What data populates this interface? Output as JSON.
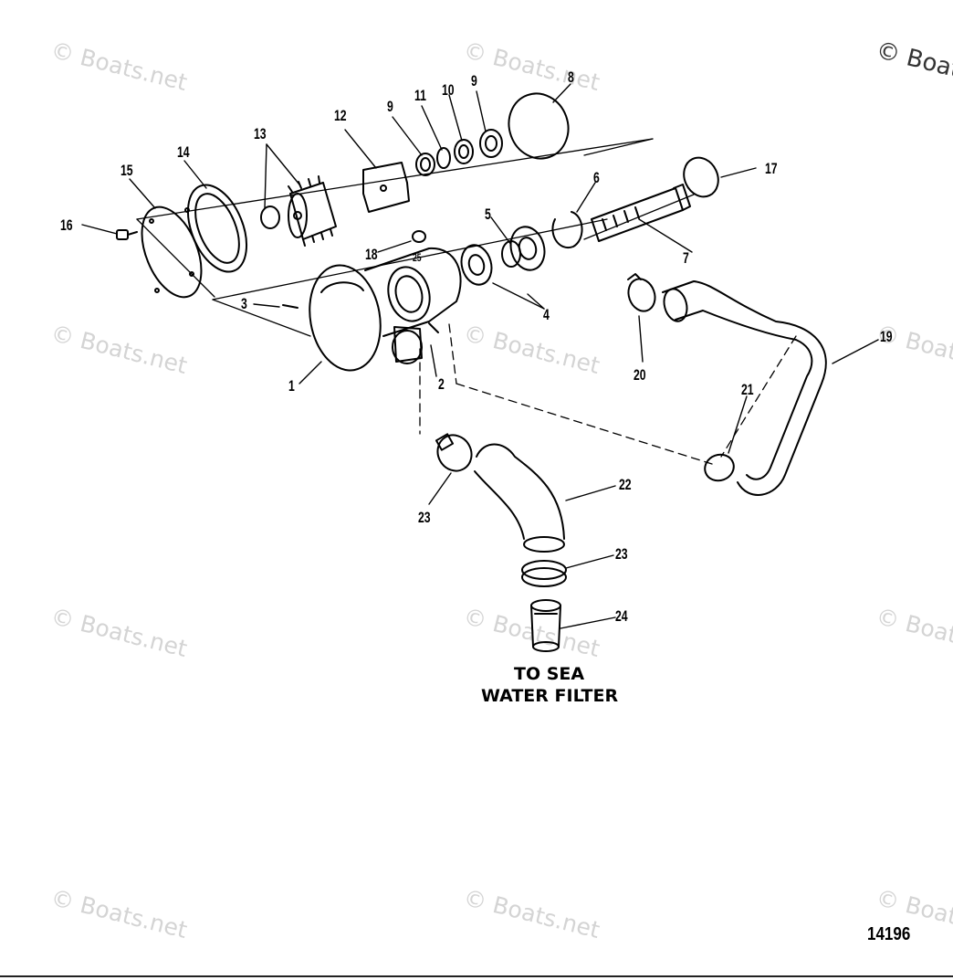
{
  "watermarks": {
    "text": "© Boats.net",
    "corner_text": "© Boat"
  },
  "callouts": {
    "c1": "1",
    "c2": "2",
    "c3": "3",
    "c4": "4",
    "c5": "5",
    "c6": "6",
    "c7": "7",
    "c8": "8",
    "c9a": "9",
    "c9b": "9",
    "c10": "10",
    "c11": "11",
    "c12": "12",
    "c13": "13",
    "c14": "14",
    "c15": "15",
    "c16": "16",
    "c17": "17",
    "c18": "18",
    "c19": "19",
    "c20": "20",
    "c21": "21",
    "c22": "22",
    "c23a": "23",
    "c23b": "23",
    "c24": "24",
    "c25": "25"
  },
  "caption": {
    "line1": "TO SEA",
    "line2": "WATER FILTER"
  },
  "figure_number": "14196"
}
